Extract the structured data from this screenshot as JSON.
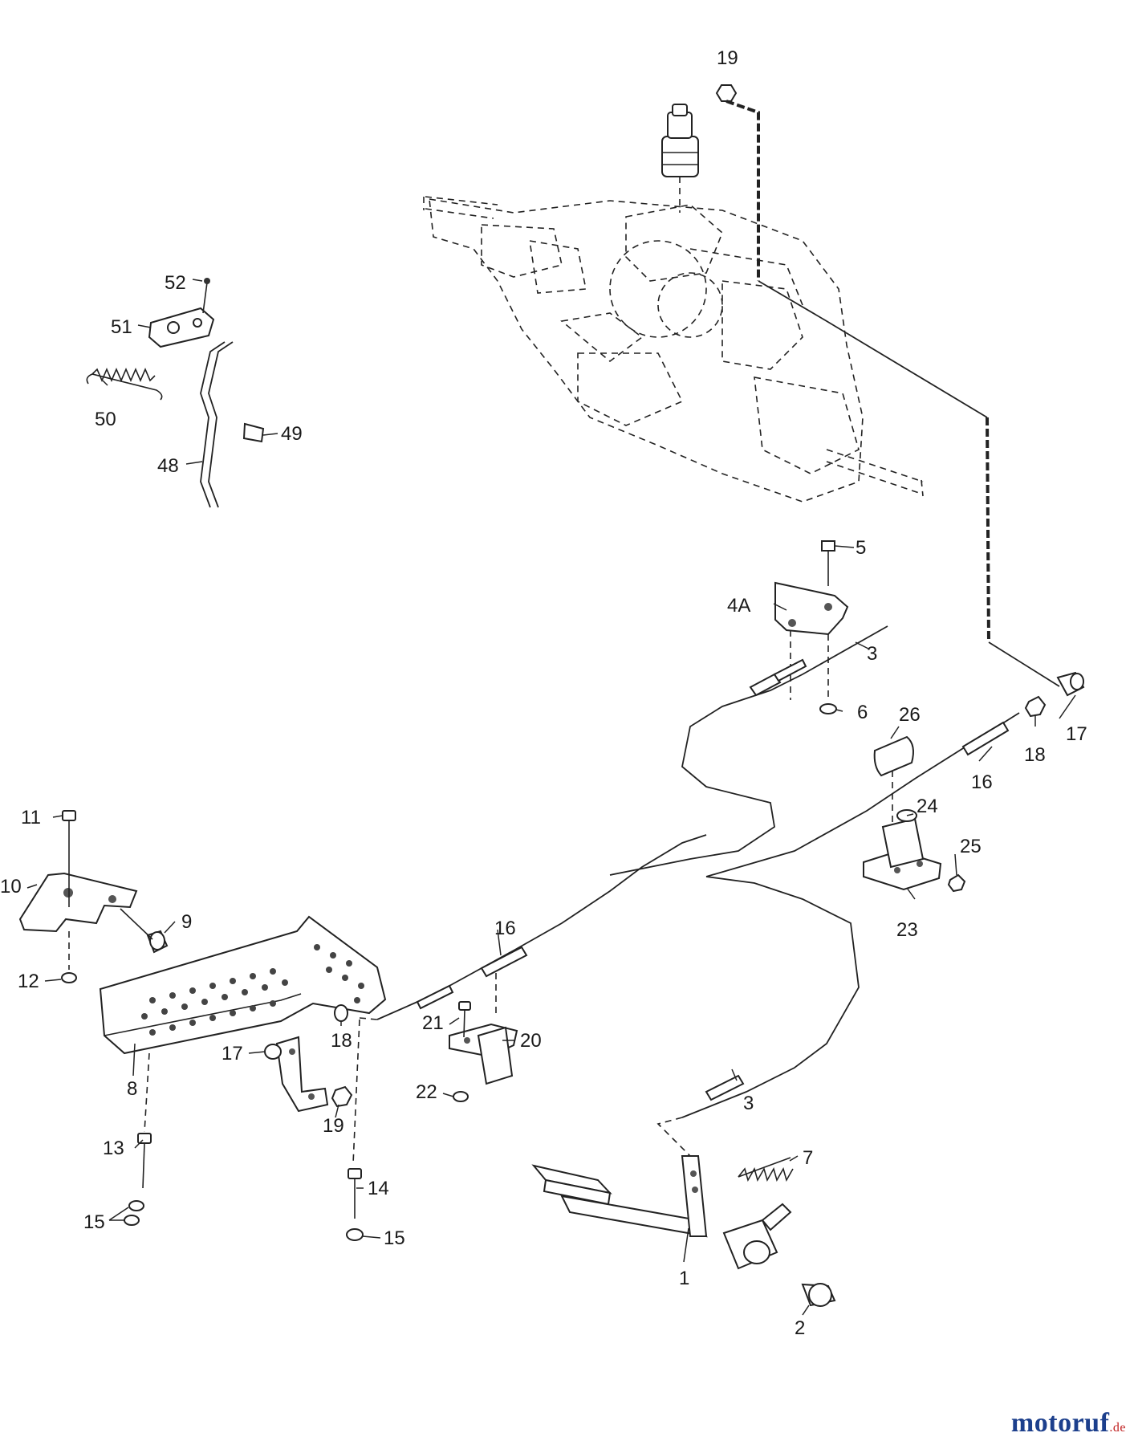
{
  "watermark": {
    "brand": "motoruf",
    "suffix": ".de",
    "brand_color": "#1c3f8c",
    "suffix_color": "#c02020"
  },
  "labels": {
    "l19a": "19",
    "l52": "52",
    "l51": "51",
    "l50": "50",
    "l49": "49",
    "l48": "48",
    "l5": "5",
    "l4A": "4A",
    "l3a": "3",
    "l6": "6",
    "l26": "26",
    "l17a": "17",
    "l18a": "18",
    "l16a": "16",
    "l24": "24",
    "l25": "25",
    "l23": "23",
    "l11": "11",
    "l10": "10",
    "l9": "9",
    "l12": "12",
    "l8": "8",
    "l16b": "16",
    "l21": "21",
    "l20": "20",
    "l22": "22",
    "l17b": "17",
    "l18b": "18",
    "l19b": "19",
    "l3b": "3",
    "l7": "7",
    "l1": "1",
    "l2": "2",
    "l13": "13",
    "l14": "14",
    "l15a": "15",
    "l15b": "15"
  }
}
